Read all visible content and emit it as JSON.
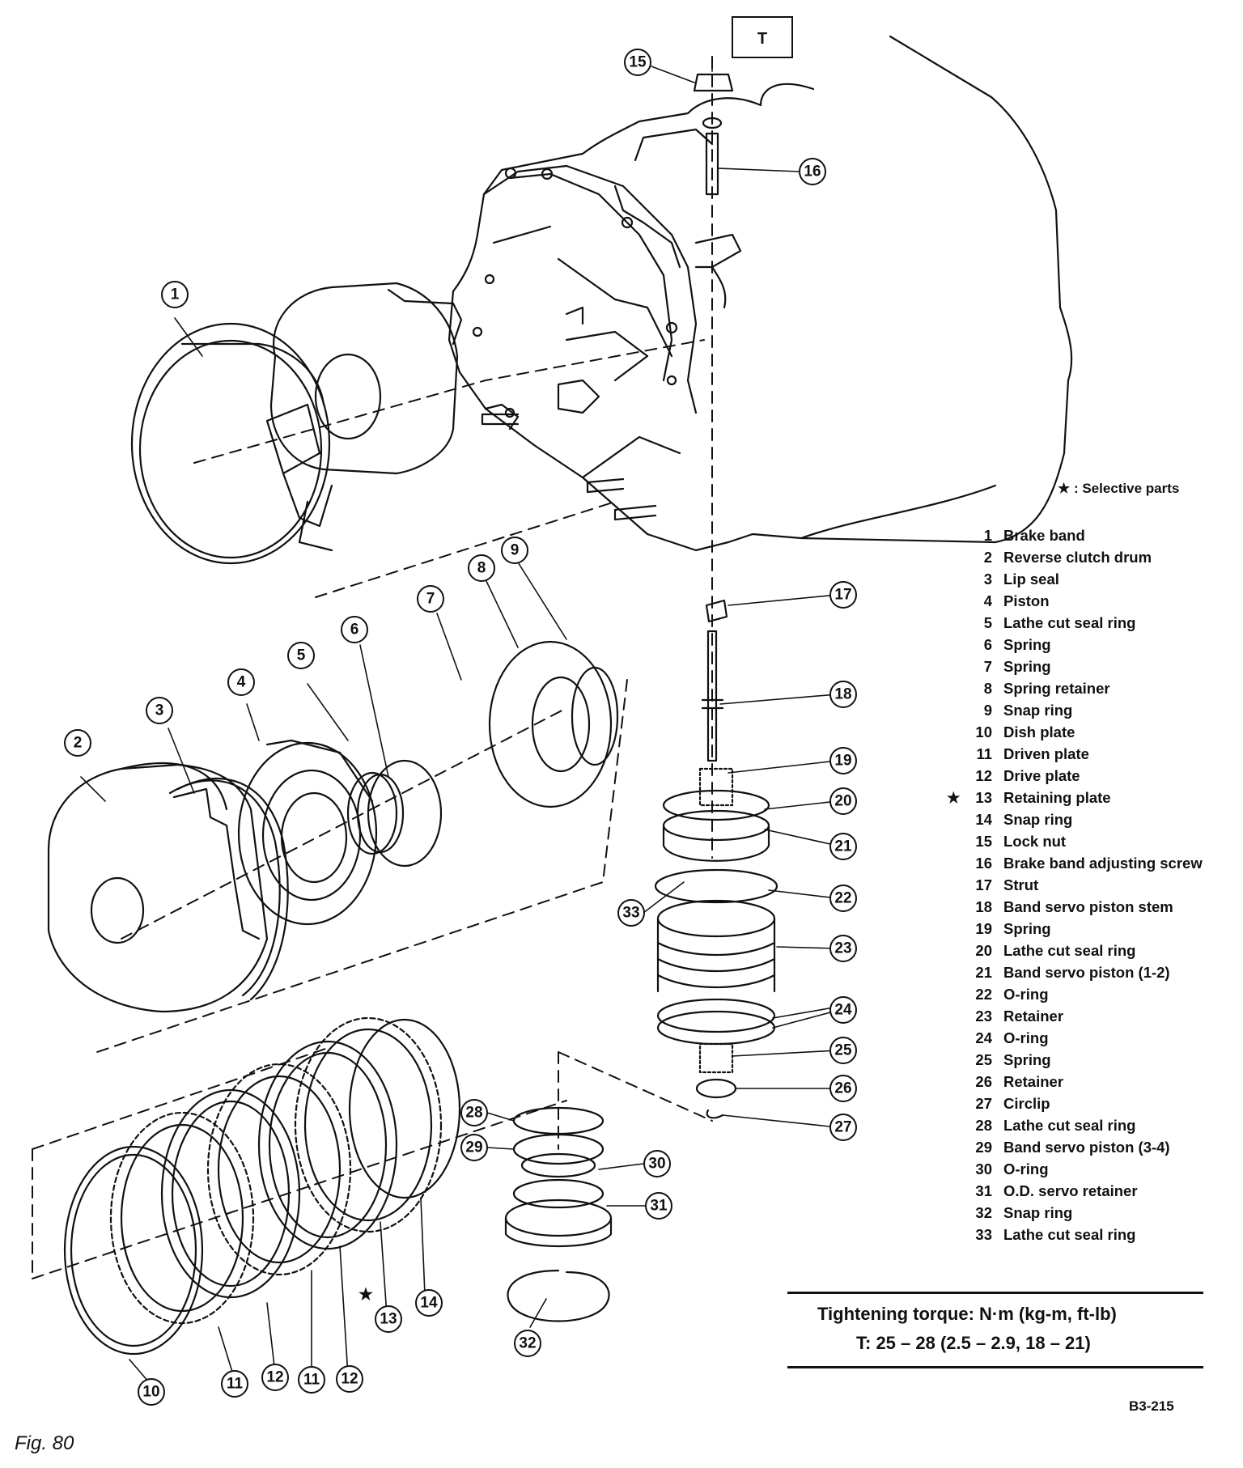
{
  "figure": {
    "label": "Fig. 80",
    "code": "B3-215"
  },
  "torque_box": {
    "label": "T"
  },
  "selective_note": "★ : Selective parts",
  "torque": {
    "title": "Tightening torque:  N·m (kg-m, ft-lb)",
    "value": "T:   25 – 28 (2.5 – 2.9, 18 – 21)"
  },
  "parts": [
    {
      "num": "1",
      "name": "Brake band"
    },
    {
      "num": "2",
      "name": "Reverse clutch drum"
    },
    {
      "num": "3",
      "name": "Lip seal"
    },
    {
      "num": "4",
      "name": "Piston"
    },
    {
      "num": "5",
      "name": "Lathe cut seal ring"
    },
    {
      "num": "6",
      "name": "Spring"
    },
    {
      "num": "7",
      "name": "Spring"
    },
    {
      "num": "8",
      "name": "Spring retainer"
    },
    {
      "num": "9",
      "name": "Snap ring"
    },
    {
      "num": "10",
      "name": "Dish plate"
    },
    {
      "num": "11",
      "name": "Driven plate"
    },
    {
      "num": "12",
      "name": "Drive plate"
    },
    {
      "num": "13",
      "name": "Retaining plate",
      "star": "★"
    },
    {
      "num": "14",
      "name": "Snap ring"
    },
    {
      "num": "15",
      "name": "Lock nut"
    },
    {
      "num": "16",
      "name": "Brake band adjusting screw"
    },
    {
      "num": "17",
      "name": "Strut"
    },
    {
      "num": "18",
      "name": "Band servo piston stem"
    },
    {
      "num": "19",
      "name": "Spring"
    },
    {
      "num": "20",
      "name": "Lathe cut seal ring"
    },
    {
      "num": "21",
      "name": "Band servo piston (1-2)"
    },
    {
      "num": "22",
      "name": "O-ring"
    },
    {
      "num": "23",
      "name": "Retainer"
    },
    {
      "num": "24",
      "name": "O-ring"
    },
    {
      "num": "25",
      "name": "Spring"
    },
    {
      "num": "26",
      "name": "Retainer"
    },
    {
      "num": "27",
      "name": "Circlip"
    },
    {
      "num": "28",
      "name": "Lathe cut seal ring"
    },
    {
      "num": "29",
      "name": "Band servo piston (3-4)"
    },
    {
      "num": "30",
      "name": "O-ring"
    },
    {
      "num": "31",
      "name": "O.D. servo retainer"
    },
    {
      "num": "32",
      "name": "Snap ring"
    },
    {
      "num": "33",
      "name": "Lathe cut seal ring"
    }
  ],
  "callouts": [
    "1",
    "2",
    "3",
    "4",
    "5",
    "6",
    "7",
    "8",
    "9",
    "10",
    "11",
    "12",
    "11",
    "12",
    "13",
    "14",
    "15",
    "16",
    "17",
    "18",
    "19",
    "20",
    "21",
    "22",
    "23",
    "24",
    "25",
    "26",
    "27",
    "28",
    "29",
    "30",
    "31",
    "32",
    "33"
  ],
  "star_mark": "★"
}
